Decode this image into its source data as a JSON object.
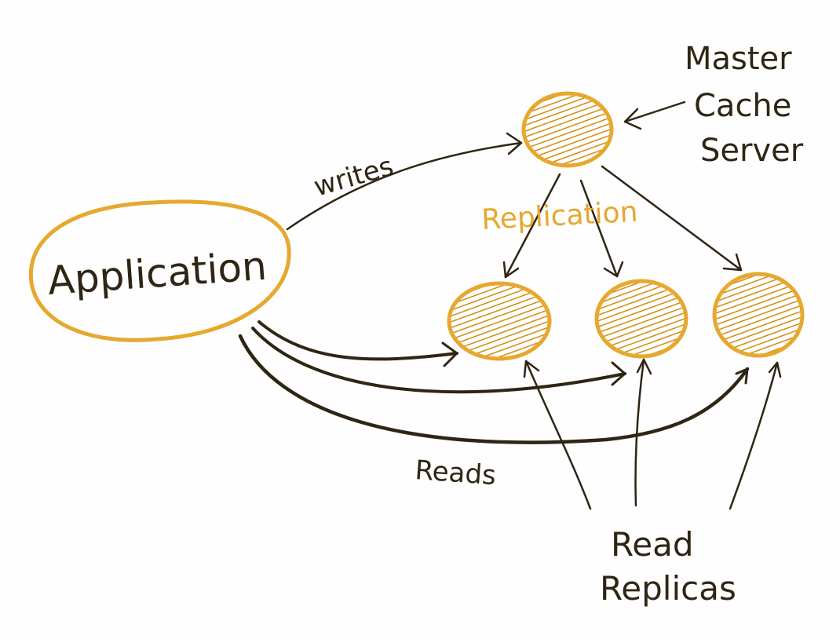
{
  "colors": {
    "ink": "#2f2514",
    "accent": "#e6a82e",
    "accent_dark": "#d38c12",
    "paper": "#fefefe"
  },
  "nodes": {
    "application": {
      "label": "Application"
    },
    "master": {
      "label_lines": [
        "Master",
        "Cache",
        "Server"
      ]
    },
    "replicas": {
      "count": 3
    }
  },
  "labels": {
    "writes": "writes",
    "replication": "Replication",
    "reads": "Reads",
    "read_replicas_lines": [
      "Read",
      "Replicas"
    ]
  }
}
